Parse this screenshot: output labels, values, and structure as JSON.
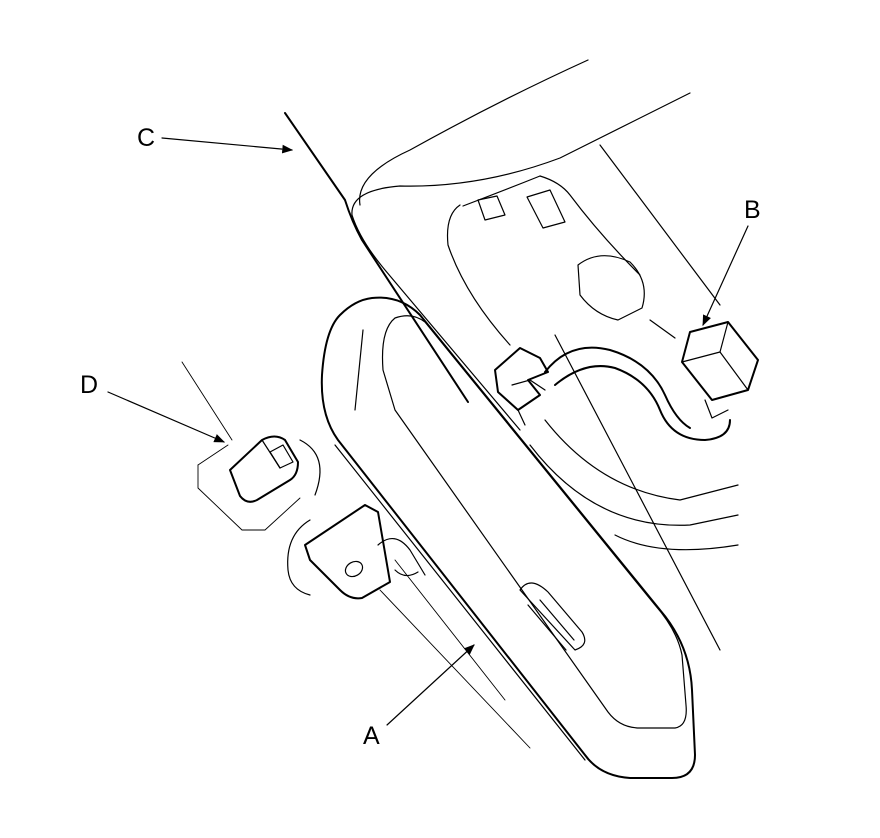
{
  "diagram": {
    "labels": {
      "a": "A",
      "b": "B",
      "c": "C",
      "d": "D"
    },
    "colors": {
      "line": "#000000",
      "background": "#ffffff"
    }
  }
}
